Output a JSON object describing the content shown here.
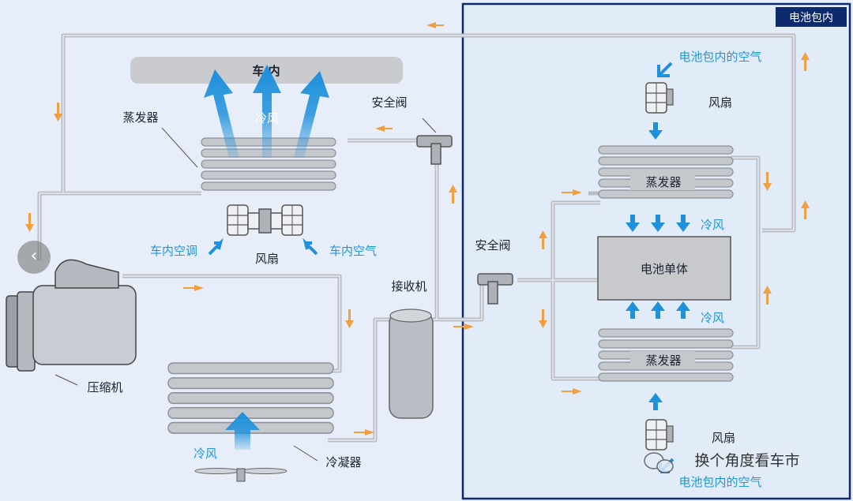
{
  "labels": {
    "car_interior": "车  内",
    "cold_air": "冷风",
    "evaporator": "蒸发器",
    "safety_valve": "安全阀",
    "fan": "风扇",
    "car_ac": "车内空调",
    "car_air": "车内空气",
    "compressor": "压缩机",
    "receiver": "接收机",
    "condenser": "冷凝器",
    "battery_pack_inside": "电池包内",
    "battery_pack_air": "电池包内的空气",
    "battery_cell": "电池单体"
  },
  "watermark": {
    "text": "换个角度看车市",
    "icon": "wechat-icon"
  },
  "nav": {
    "prev_icon": "chevron-left-icon",
    "glyph": "‹"
  },
  "colors": {
    "background": "#e7eef9",
    "pipe": "#b8bcc4",
    "flow_arrow": "#f0a040",
    "air_arrow": "#1e90dc",
    "box": "#0e2a6e"
  }
}
